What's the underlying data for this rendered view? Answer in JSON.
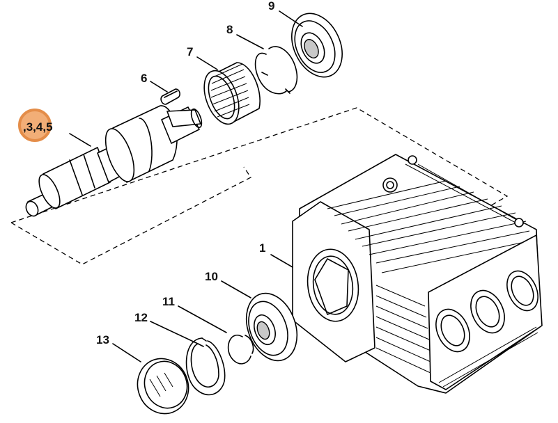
{
  "diagram": {
    "callouts": [
      {
        "id": "c1",
        "label": "1"
      },
      {
        "id": "c2",
        "label": ",3,4,5"
      },
      {
        "id": "c6",
        "label": "6"
      },
      {
        "id": "c7",
        "label": "7"
      },
      {
        "id": "c8",
        "label": "8"
      },
      {
        "id": "c9",
        "label": "9"
      },
      {
        "id": "c10",
        "label": "10"
      },
      {
        "id": "c11",
        "label": "11"
      },
      {
        "id": "c12",
        "label": "12"
      },
      {
        "id": "c13",
        "label": "13"
      }
    ],
    "highlight_color": "#f0a060",
    "highlight_stroke": "#e07a2a"
  }
}
